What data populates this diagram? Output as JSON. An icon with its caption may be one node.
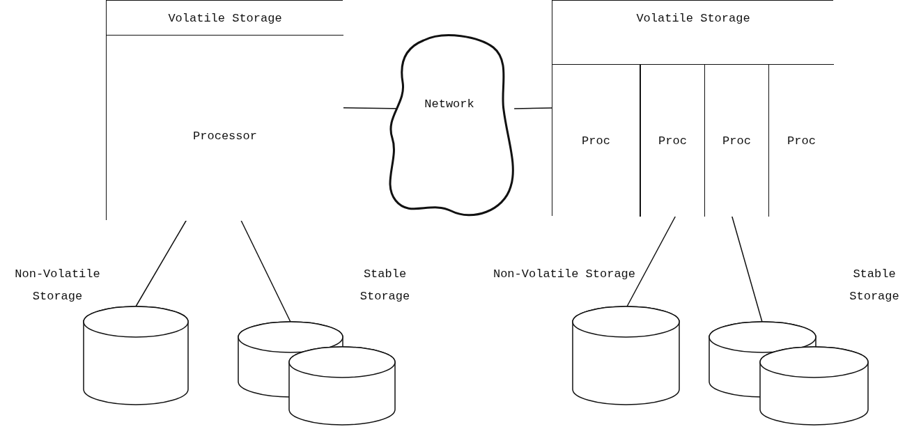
{
  "diagram": {
    "nodes": [
      {
        "text": [],
        "shape": "box"
      },
      {
        "text": [
          "Volatile Storage"
        ],
        "in": 0
      },
      {
        "text": [
          "Processor"
        ],
        "in": 0
      },
      {
        "text": [
          "Network"
        ]
      },
      {
        "text": [],
        "shape": "box"
      },
      {
        "text": [
          "Volatile Storage"
        ],
        "in": 4
      },
      {
        "text": [
          "Proc"
        ],
        "in": 4
      },
      {
        "text": [
          "Proc"
        ],
        "in": 4
      },
      {
        "text": [
          "Proc"
        ],
        "in": 4
      },
      {
        "text": [
          "Proc"
        ],
        "in": 4
      },
      {
        "text": [],
        "shape": "cylinder",
        "beside": [
          "Non-Volatile Storage"
        ]
      },
      {
        "text": [],
        "shape": "cylinder",
        "beside": [
          "Stable Storage"
        ]
      },
      {
        "text": [],
        "shape": "cylinder",
        "beside": [
          "Non-Volatile Storage"
        ]
      },
      {
        "text": [],
        "shape": "cylinder",
        "beside": [
          "Stable Storage"
        ]
      }
    ],
    "edges": [
      {
        "from": 0,
        "to": 10,
        "arrow": "none"
      },
      {
        "from": 0,
        "to": 11,
        "arrow": "none"
      },
      {
        "from": 0,
        "to": 3,
        "arrow": "none"
      },
      {
        "from": 3,
        "to": 4,
        "arrow": "none"
      },
      {
        "from": 4,
        "to": 12,
        "arrow": "none"
      },
      {
        "from": 4,
        "to": 13,
        "arrow": "none"
      }
    ]
  }
}
